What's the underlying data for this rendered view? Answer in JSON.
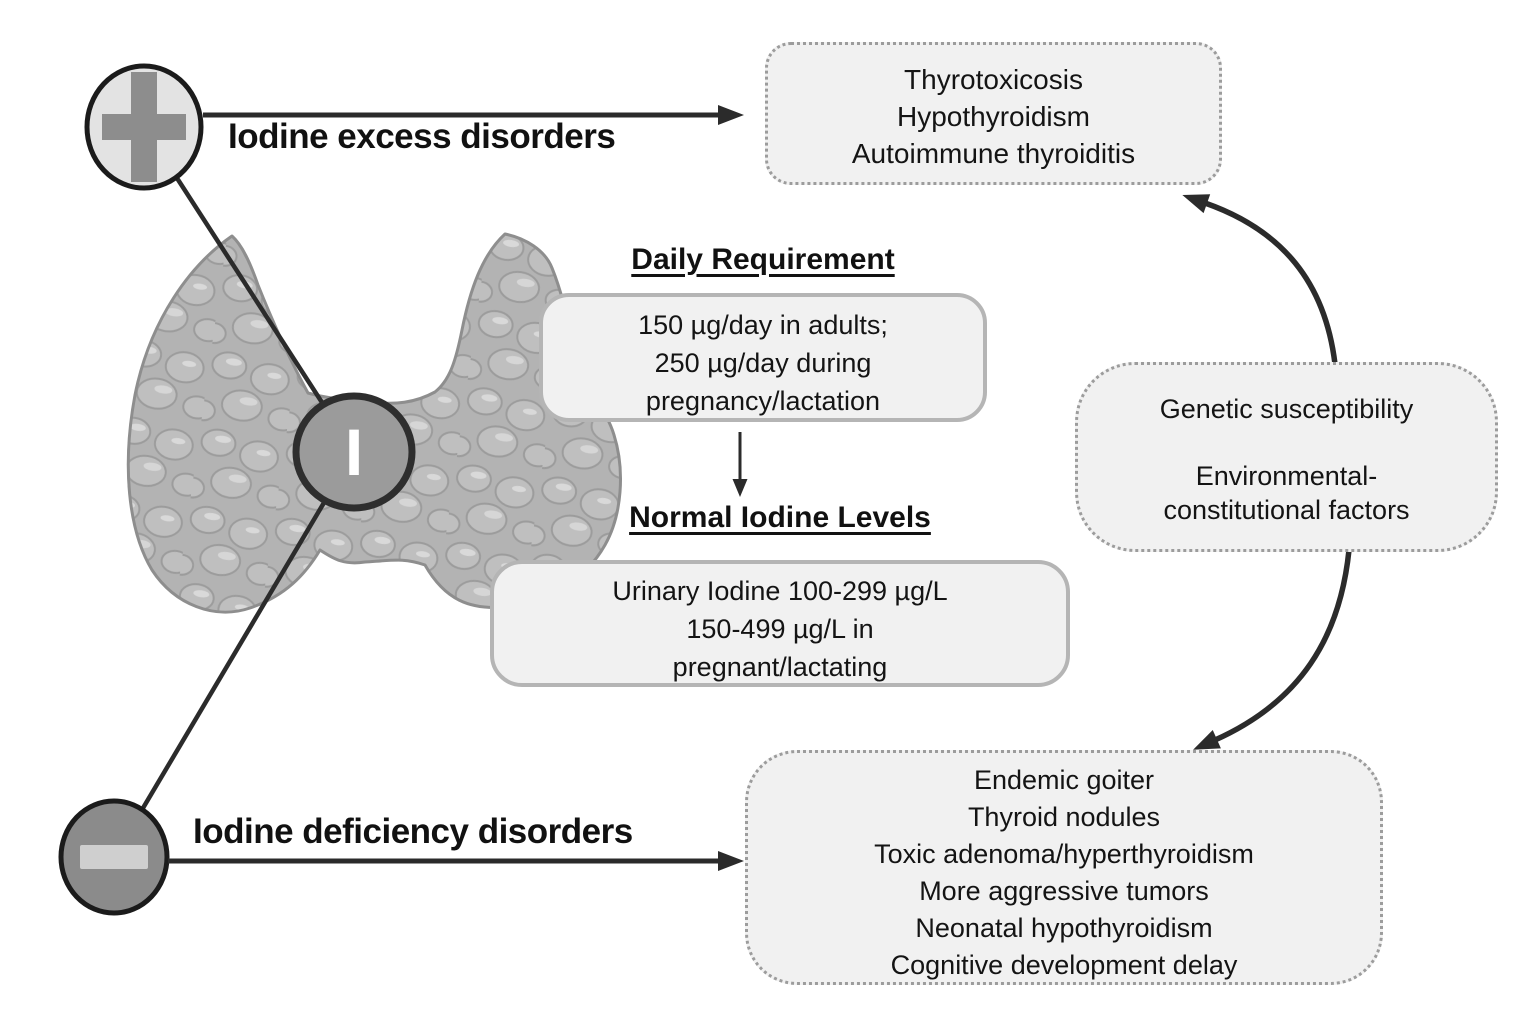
{
  "excess": {
    "icon": "plus-icon",
    "label": "Iodine excess disorders",
    "outcomes": [
      "Thyrotoxicosis",
      "Hypothyroidism",
      "Autoimmune thyroiditis"
    ]
  },
  "deficiency": {
    "icon": "minus-icon",
    "label": "Iodine deficiency disorders",
    "outcomes": [
      "Endemic goiter",
      "Thyroid nodules",
      "Toxic adenoma/hyperthyroidism",
      "More aggressive tumors",
      "Neonatal hypothyroidism",
      "Cognitive development delay"
    ]
  },
  "daily_requirement": {
    "title": "Daily Requirement",
    "lines": [
      "150 µg/day in adults;",
      "250 µg/day during",
      "pregnancy/lactation"
    ]
  },
  "normal_levels": {
    "title": "Normal Iodine Levels",
    "lines": [
      "Urinary Iodine 100-299 µg/L",
      "150-499 µg/L in",
      "pregnant/lactating"
    ]
  },
  "modifiers": {
    "lines": [
      "Genetic susceptibility",
      "Environmental-",
      "constitutional factors"
    ]
  },
  "thyroid": {
    "symbol": "I"
  },
  "colors": {
    "arrow": "#2b2b2b",
    "box_fill": "#f1f1f1",
    "dotted_border": "#9c9c9c",
    "solid_border": "#b5b5b5",
    "plus_fill": "#e3e3e3",
    "minus_fill": "#8b8b8b",
    "iodine_circle": "#9b9b9b",
    "thyroid_base": "#b3b3b3"
  }
}
